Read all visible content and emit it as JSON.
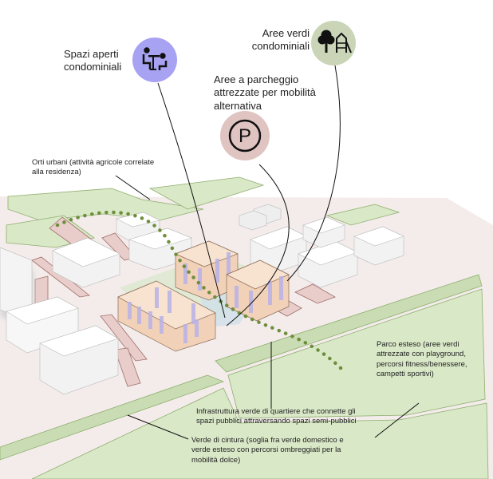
{
  "labels": {
    "open_spaces": "Spazi aperti condominiali",
    "green_areas": "Aree verdi condominiali",
    "parking": "Aree a parcheggio attrezzate per mobilità alternativa",
    "urban_gardens": "Orti urbani (attività agricole correlate alla residenza)",
    "park": "Parco esteso (aree verdi attrezzate con playground, percorsi fitness/benessere, campetti sportivi)",
    "green_infrastructure": "Infrastruttura verde di quartiere che connette gli spazi pubblici attraversando spazi semi-pubblici",
    "belt_green": "Verde di cintura (soglia fra verde domestico e verde esteso con percorsi ombreggiati per la mobilità dolce)"
  },
  "icons": {
    "open_spaces": "people-at-table-icon",
    "green_areas": "tree-and-playground-icon",
    "parking": "parking-icon"
  },
  "parking_letter": "P",
  "colors": {
    "green_area": "#d9e8c7",
    "green_stroke": "#8fae6e",
    "street": "#f1e8e7",
    "building": "#ffffff",
    "proposed_building": "#f5dcc5",
    "window_band": "#b8b2e6",
    "parking_strip": "#e8cdca",
    "dotted_path": "#6e8e3c",
    "icon_open_spaces": "#a7a2f2",
    "icon_green_areas": "#c9d5b6",
    "icon_parking": "#dfc4c1"
  }
}
